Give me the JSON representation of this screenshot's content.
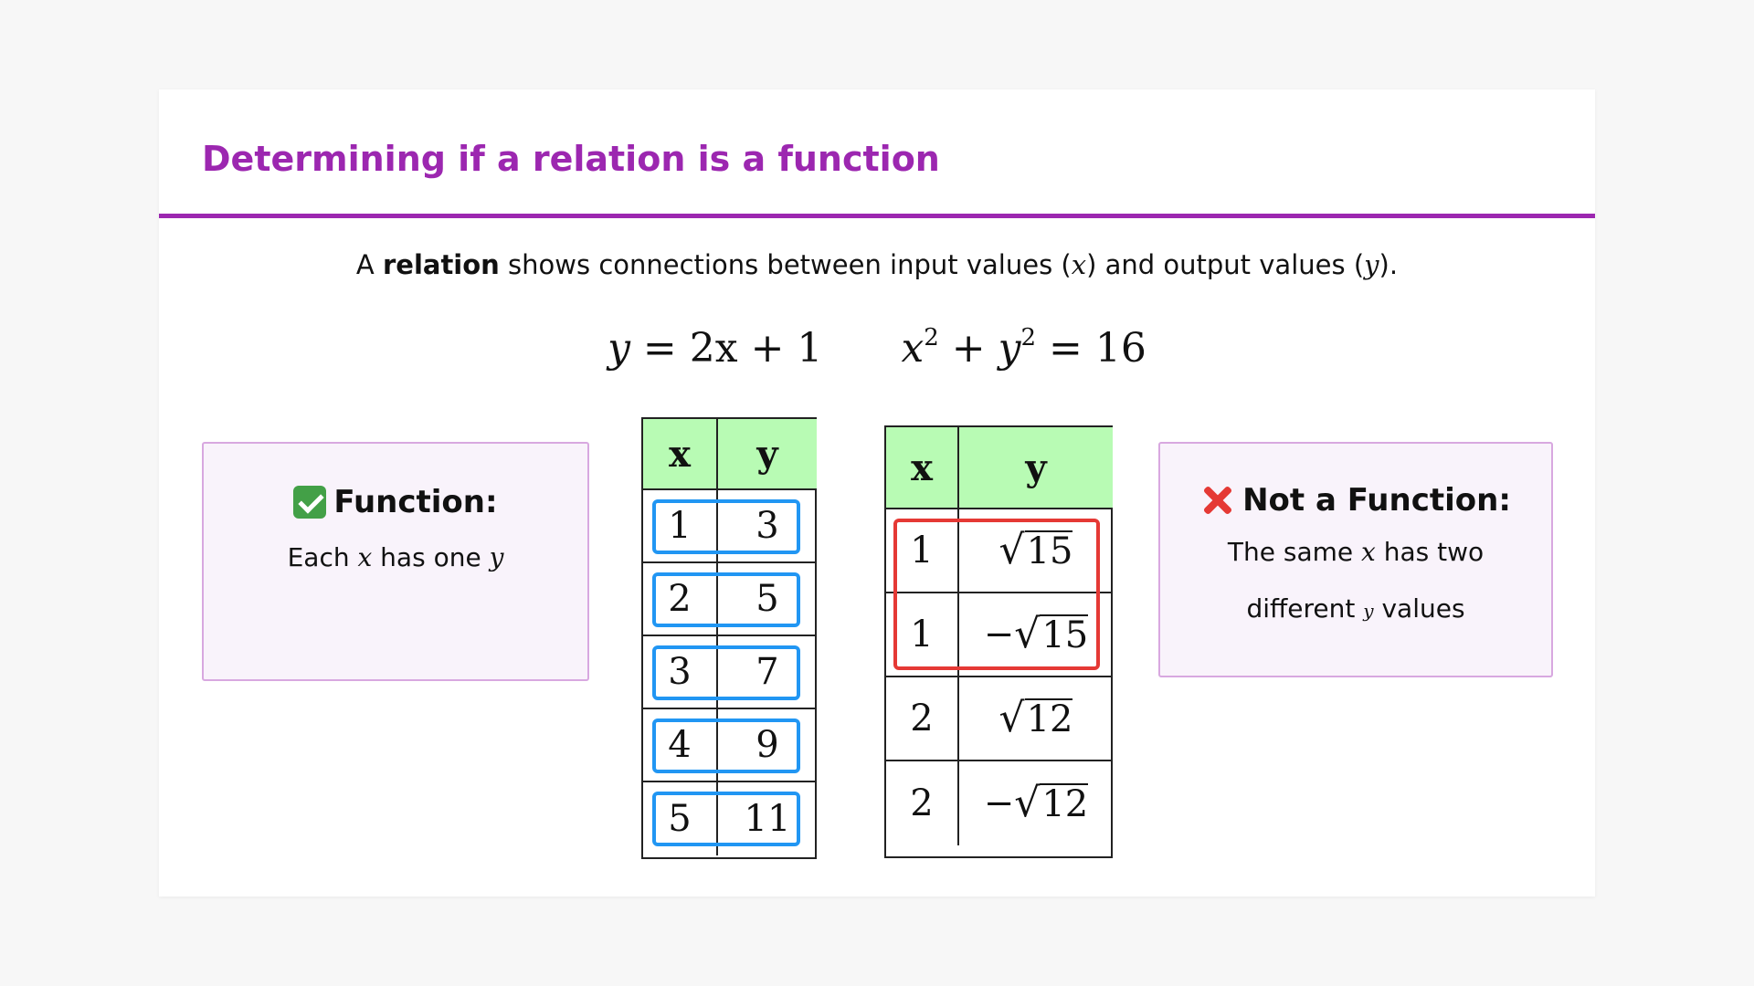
{
  "title": "Determining if a relation is a function",
  "intro": {
    "lead": "A ",
    "bold": "relation",
    "rest": " shows connections between input values (",
    "x_var": "x",
    "mid": ") and output values (",
    "y_var": "y",
    "end": ")."
  },
  "equations": {
    "linear": {
      "lhs": "y",
      "equals": " = ",
      "rhs": "2x + 1"
    },
    "circle": {
      "x": "x",
      "x_exp": "2",
      "plus": " + ",
      "y": "y",
      "y_exp": "2",
      "equals": " = ",
      "rhs": "16"
    }
  },
  "function_panel": {
    "icon": "check-icon",
    "title": "Function:",
    "text_before": "Each ",
    "x_var": "x",
    "text_mid": " has one ",
    "y_var": "y"
  },
  "not_function_panel": {
    "icon": "cross-icon",
    "title": "Not a Function:",
    "text_before": "The same ",
    "x_var": "x",
    "text_mid": " has two different ",
    "y_var": "y",
    "text_after": " values"
  },
  "function_table": {
    "headers": [
      "x",
      "y"
    ],
    "rows": [
      [
        "1",
        "3"
      ],
      [
        "2",
        "5"
      ],
      [
        "3",
        "7"
      ],
      [
        "4",
        "9"
      ],
      [
        "5",
        "11"
      ]
    ]
  },
  "nonfunction_table": {
    "headers": [
      "x",
      "y"
    ],
    "rows": [
      {
        "x": "1",
        "sign": "",
        "radicand": "15"
      },
      {
        "x": "1",
        "sign": "−",
        "radicand": "15"
      },
      {
        "x": "2",
        "sign": "",
        "radicand": "12"
      },
      {
        "x": "2",
        "sign": "−",
        "radicand": "12"
      }
    ]
  },
  "colors": {
    "accent": "#9c27b0",
    "header_fill": "#b8fbb4",
    "row_outline": "#2196f3",
    "pair_outline": "#e53935",
    "panel_fill": "#f9f3fb"
  }
}
